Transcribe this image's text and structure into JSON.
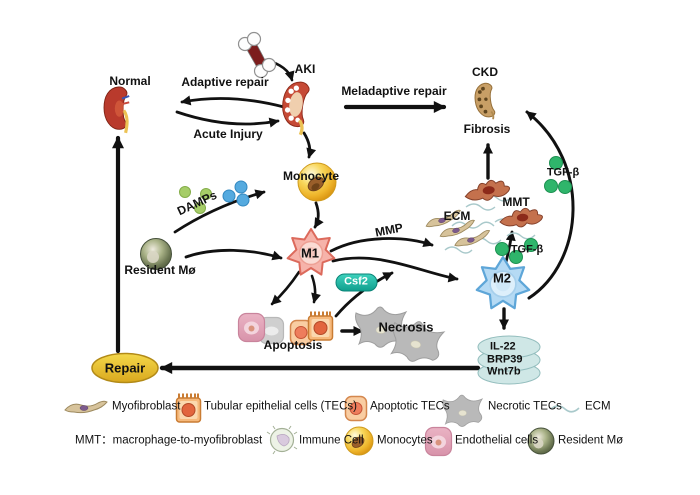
{
  "figure": {
    "labels": {
      "normal": "Normal",
      "aki": "AKI",
      "ckd": "CKD",
      "fibrosis": "Fibrosis",
      "adaptive_repair": "Adaptive repair",
      "acute_injury": "Acute Injury",
      "meladaptive_repair": "Meladaptive repair",
      "monocyte": "Monocyte",
      "damps": "DAMPs",
      "resident_mo": "Resident Mø",
      "m1": "M1",
      "m2": "M2",
      "mmp": "MMP",
      "csf2": "Csf2",
      "ecm": "ECM",
      "mmt": "MMT",
      "tgfb_upper": "TGF-β",
      "tgfb_mid": "TGF-β",
      "apoptosis": "Apoptosis",
      "necrosis": "Necrosis",
      "repair": "Repair",
      "il22": "IL-22",
      "brp39": "BRP39",
      "wnt7b": "Wnt7b"
    }
  },
  "legend": {
    "row1": [
      {
        "icon": "myofibroblast-icon",
        "label": "Myofibroblast"
      },
      {
        "icon": "tec-icon",
        "label": "Tubular epithelial cells (TECs)"
      },
      {
        "icon": "apoptotic-tec-icon",
        "label": "Apoptotic TECs"
      },
      {
        "icon": "necrotic-tec-icon",
        "label": "Necrotic TECs"
      },
      {
        "icon": "ecm-icon",
        "label": "ECM"
      }
    ],
    "row2": [
      {
        "icon": "none",
        "label": "MMT：macrophage-to-myofibroblast"
      },
      {
        "icon": "immune-cell-icon",
        "label": "Immune Cell"
      },
      {
        "icon": "monocyte-icon",
        "label": "Monocytes"
      },
      {
        "icon": "endothelial-icon",
        "label": "Endothelial cells"
      },
      {
        "icon": "resident-mo-icon",
        "label": "Resident Mø"
      }
    ]
  },
  "colors": {
    "arrow": "#111111",
    "m1_fill": "#f6b3aa",
    "m2_fill": "#b5daf4",
    "csf2_fill": "#14b3a2",
    "tgfb_dot": "#2fb56b",
    "damps_green": "#a6cd68",
    "damps_blue": "#55aadf",
    "repair_fill": "#e8c12f",
    "il22_fill": "#cfe7e6",
    "ecm_stroke": "#a9c9cb",
    "necrotic_fill": "#b9b9b9"
  }
}
